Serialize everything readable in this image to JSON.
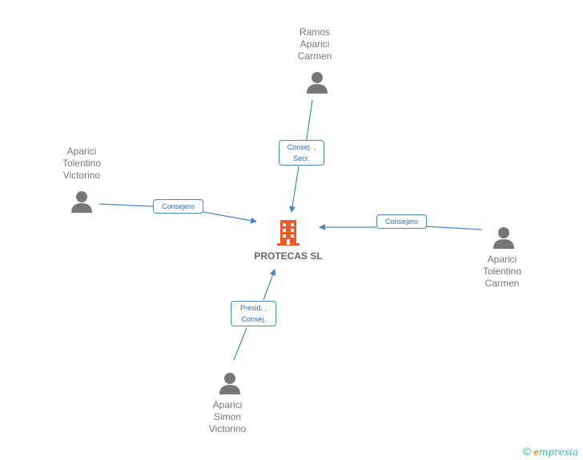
{
  "company": {
    "name": "PROTECAS SL",
    "icon": "building-icon",
    "color": "#f05a28"
  },
  "persons": [
    {
      "id": "ramos",
      "lines": [
        "Ramos",
        "Aparici",
        "Carmen"
      ],
      "icon": "person-icon"
    },
    {
      "id": "aparici-tolentino-victorino",
      "lines": [
        "Aparici",
        "Tolentino",
        "Victorino"
      ],
      "icon": "person-icon"
    },
    {
      "id": "aparici-tolentino-carmen",
      "lines": [
        "Aparici",
        "Tolentino",
        "Carmen"
      ],
      "icon": "person-icon"
    },
    {
      "id": "aparici-simon-victorino",
      "lines": [
        "Aparici",
        "Simon",
        "Victorino"
      ],
      "icon": "person-icon"
    }
  ],
  "relations": [
    {
      "lines": [
        "Consej. ,",
        "Secr."
      ]
    },
    {
      "lines": [
        "Consejero"
      ]
    },
    {
      "lines": [
        "Consejero"
      ]
    },
    {
      "lines": [
        "Presid. ,",
        "Consej."
      ]
    }
  ],
  "footer": {
    "copyright": "©",
    "brand_initial": "e",
    "brand_rest": "mpresia"
  },
  "colors": {
    "edge": "#4a86c8",
    "person": "#777777",
    "company": "#f05a28"
  }
}
